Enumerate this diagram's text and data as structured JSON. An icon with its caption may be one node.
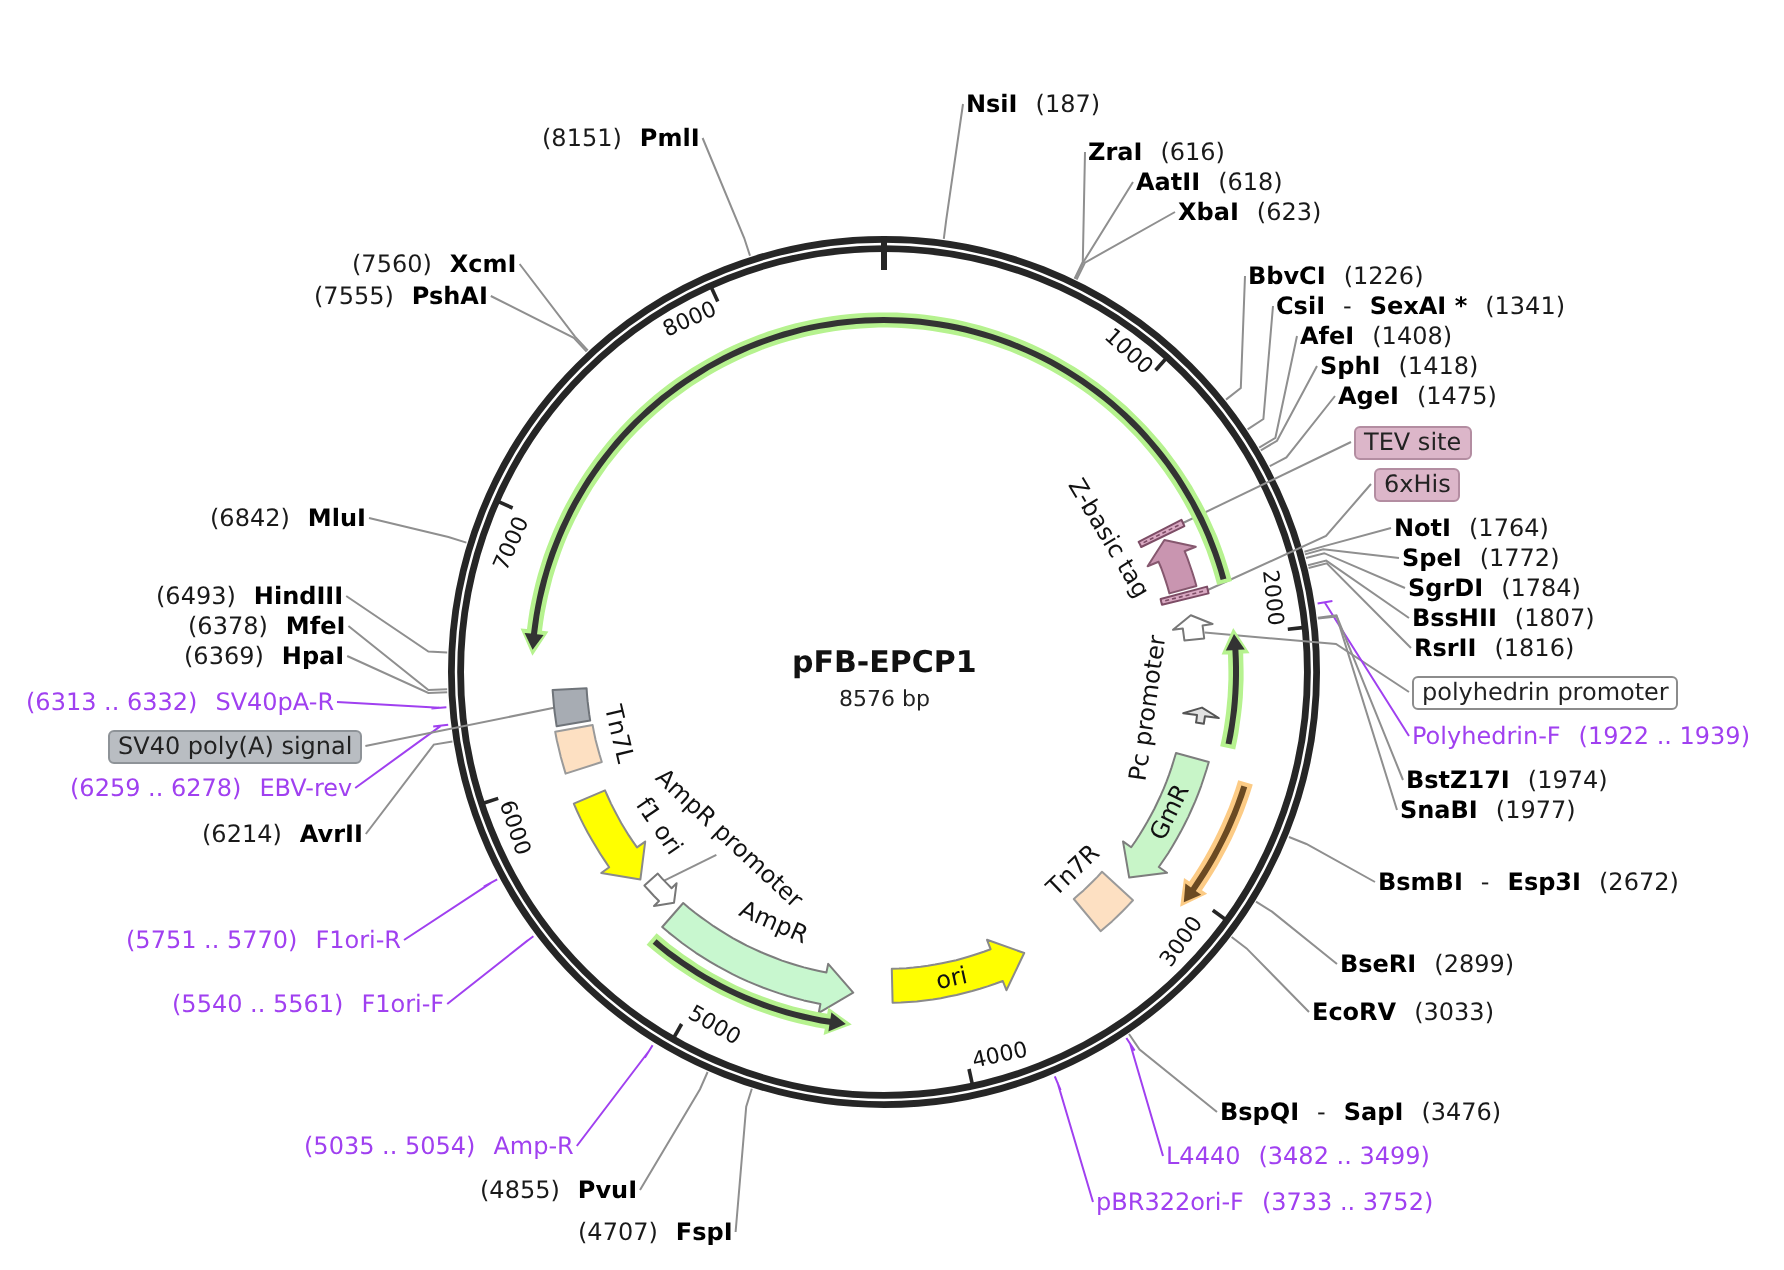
{
  "diagram": {
    "title": "pFB-EPCP1",
    "nodes": [
      {
        "text": [
          "NsiI",
          "(187)"
        ]
      },
      {
        "text": [
          "ZraI",
          "(616)"
        ]
      },
      {
        "text": [
          "AatII",
          "(618)"
        ]
      },
      {
        "text": [
          "XbaI",
          "(623)"
        ]
      },
      {
        "text": [
          "BbvCI",
          "(1226)"
        ]
      },
      {
        "text": [
          "CsiI",
          "-",
          "SexAI *",
          "(1341)"
        ]
      },
      {
        "text": [
          "AfeI",
          "(1408)"
        ]
      },
      {
        "text": [
          "SphI",
          "(1418)"
        ]
      },
      {
        "text": [
          "AgeI",
          "(1475)"
        ]
      },
      {
        "text": [
          "TEV site"
        ]
      },
      {
        "text": [
          "6xHis"
        ]
      },
      {
        "text": [
          "NotI",
          "(1764)"
        ]
      },
      {
        "text": [
          "SpeI",
          "(1772)"
        ]
      },
      {
        "text": [
          "SgrDI",
          "(1784)"
        ]
      },
      {
        "text": [
          "BssHII",
          "(1807)"
        ]
      },
      {
        "text": [
          "RsrII",
          "(1816)"
        ]
      },
      {
        "text": [
          "polyhedrin promoter"
        ]
      },
      {
        "text": [
          "Polyhedrin-F",
          "(1922 .. 1939)"
        ]
      },
      {
        "text": [
          "BstZ17I",
          "(1974)"
        ]
      },
      {
        "text": [
          "SnaBI",
          "(1977)"
        ]
      },
      {
        "text": [
          "BsmBI",
          "-",
          "Esp3I",
          "(2672)"
        ]
      },
      {
        "text": [
          "BseRI",
          "(2899)"
        ]
      },
      {
        "text": [
          "EcoRV",
          "(3033)"
        ]
      },
      {
        "text": [
          "BspQI",
          "-",
          "SapI",
          "(3476)"
        ]
      },
      {
        "text": [
          "L4440",
          "(3482 .. 3499)"
        ]
      },
      {
        "text": [
          "pBR322ori-F",
          "(3733 .. 3752)"
        ]
      },
      {
        "text": [
          "(4707)",
          "FspI"
        ]
      },
      {
        "text": [
          "(4855)",
          "PvuI"
        ]
      },
      {
        "text": [
          "(5035 .. 5054)",
          "Amp-R"
        ]
      },
      {
        "text": [
          "(5540 .. 5561)",
          "F1ori-F"
        ]
      },
      {
        "text": [
          "(5751 .. 5770)",
          "F1ori-R"
        ]
      },
      {
        "text": [
          "(6214)",
          "AvrII"
        ]
      },
      {
        "text": [
          "(6259 .. 6278)",
          "EBV-rev"
        ]
      },
      {
        "text": [
          "SV40 poly(A) signal"
        ]
      },
      {
        "text": [
          "(6313 .. 6332)",
          "SV40pA-R"
        ]
      },
      {
        "text": [
          "(6369)",
          "HpaI"
        ]
      },
      {
        "text": [
          "(6378)",
          "MfeI"
        ]
      },
      {
        "text": [
          "(6493)",
          "HindIII"
        ]
      },
      {
        "text": [
          "(6842)",
          "MluI"
        ]
      },
      {
        "text": [
          "(7555)",
          "PshAI"
        ]
      },
      {
        "text": [
          "(7560)",
          "XcmI"
        ]
      },
      {
        "text": [
          "(8151)",
          "PmlI"
        ]
      },
      {
        "text": [],
        "shape": "bar"
      },
      {
        "text": [
          "Z-basic tag"
        ]
      },
      {
        "text": [],
        "shape": "bar"
      },
      {
        "text": [],
        "shape": "arrow"
      },
      {
        "text": [
          "Pc promoter"
        ]
      },
      {
        "text": [
          "GmR"
        ]
      },
      {
        "text": [
          "Tn7R"
        ]
      },
      {
        "text": [
          "ori"
        ]
      },
      {
        "text": [
          "AmpR"
        ]
      },
      {
        "text": [],
        "shape": "arrow"
      },
      {
        "text": [
          "AmpR promoter"
        ]
      },
      {
        "text": [
          "f1 ori"
        ]
      },
      {
        "text": [
          "Tn7L"
        ]
      },
      {
        "text": [],
        "shape": "box"
      },
      {
        "text": [],
        "shape": "arrow"
      },
      {
        "text": [],
        "shape": "arrow"
      },
      {
        "text": [],
        "shape": "arrow"
      },
      {
        "text": [],
        "shape": "arrow"
      }
    ],
    "edges": [
      {
        "from": 0,
        "to": null,
        "arrow": "none"
      },
      {
        "from": 1,
        "to": null,
        "arrow": "none"
      },
      {
        "from": 2,
        "to": null,
        "arrow": "none"
      },
      {
        "from": 3,
        "to": null,
        "arrow": "none"
      },
      {
        "from": 4,
        "to": null,
        "arrow": "none"
      },
      {
        "from": 5,
        "to": null,
        "arrow": "none"
      },
      {
        "from": 6,
        "to": null,
        "arrow": "none"
      },
      {
        "from": 7,
        "to": null,
        "arrow": "none"
      },
      {
        "from": 8,
        "to": null,
        "arrow": "none"
      },
      {
        "from": 9,
        "to": 42,
        "arrow": "none"
      },
      {
        "from": 10,
        "to": 44,
        "arrow": "none"
      },
      {
        "from": 11,
        "to": null,
        "arrow": "none"
      },
      {
        "from": 12,
        "to": null,
        "arrow": "none"
      },
      {
        "from": 13,
        "to": null,
        "arrow": "none"
      },
      {
        "from": 14,
        "to": null,
        "arrow": "none"
      },
      {
        "from": 15,
        "to": null,
        "arrow": "none"
      },
      {
        "from": 16,
        "to": 45,
        "arrow": "none"
      },
      {
        "from": 17,
        "to": null,
        "arrow": "none",
        "color": "#a040f0"
      },
      {
        "from": 18,
        "to": null,
        "arrow": "none"
      },
      {
        "from": 19,
        "to": null,
        "arrow": "none"
      },
      {
        "from": 20,
        "to": null,
        "arrow": "none"
      },
      {
        "from": 21,
        "to": null,
        "arrow": "none"
      },
      {
        "from": 22,
        "to": null,
        "arrow": "none"
      },
      {
        "from": 23,
        "to": null,
        "arrow": "none"
      },
      {
        "from": 24,
        "to": null,
        "arrow": "none",
        "color": "#a040f0"
      },
      {
        "from": 25,
        "to": null,
        "arrow": "none",
        "color": "#a040f0"
      },
      {
        "from": 26,
        "to": null,
        "arrow": "none"
      },
      {
        "from": 27,
        "to": null,
        "arrow": "none"
      },
      {
        "from": 28,
        "to": null,
        "arrow": "none",
        "color": "#a040f0"
      },
      {
        "from": 29,
        "to": null,
        "arrow": "none",
        "color": "#a040f0"
      },
      {
        "from": 30,
        "to": null,
        "arrow": "none",
        "color": "#a040f0"
      },
      {
        "from": 31,
        "to": null,
        "arrow": "none"
      },
      {
        "from": 32,
        "to": null,
        "arrow": "none",
        "color": "#a040f0"
      },
      {
        "from": 33,
        "to": 55,
        "arrow": "none"
      },
      {
        "from": 34,
        "to": null,
        "arrow": "none",
        "color": "#a040f0"
      },
      {
        "from": 35,
        "to": null,
        "arrow": "none"
      },
      {
        "from": 36,
        "to": null,
        "arrow": "none"
      },
      {
        "from": 37,
        "to": null,
        "arrow": "none"
      },
      {
        "from": 38,
        "to": null,
        "arrow": "none"
      },
      {
        "from": 39,
        "to": null,
        "arrow": "none"
      },
      {
        "from": 40,
        "to": null,
        "arrow": "none"
      },
      {
        "from": 41,
        "to": null,
        "arrow": "none"
      },
      {
        "from": 52,
        "to": 51,
        "arrow": "none"
      }
    ],
    "labels": [
      "8576 bp",
      "1000",
      "2000",
      "3000",
      "4000",
      "5000",
      "6000",
      "7000",
      "8000"
    ]
  }
}
